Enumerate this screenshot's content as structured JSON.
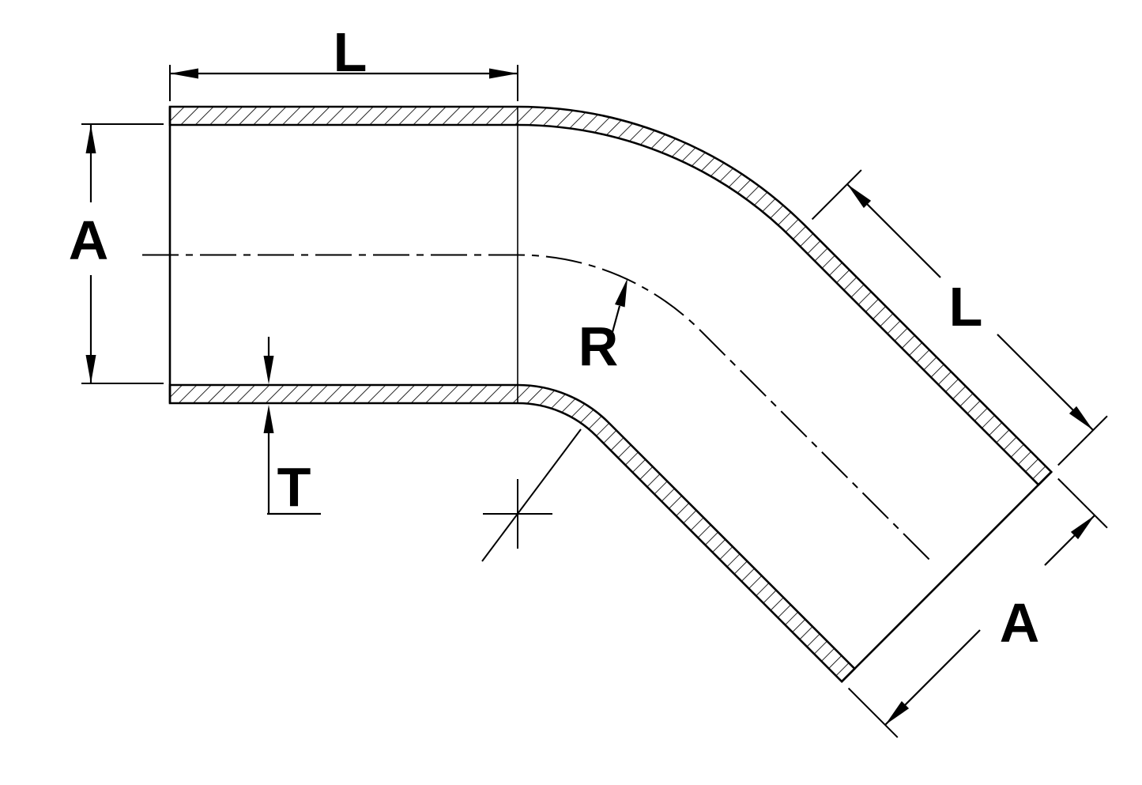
{
  "diagram": {
    "labels": {
      "length_horizontal": "L",
      "inner_diameter": "A",
      "wall_thickness": "T",
      "bend_radius": "R",
      "length_diagonal": "L",
      "diameter_diagonal": "A"
    },
    "colors": {
      "line": "#000000",
      "background": "#ffffff"
    }
  }
}
